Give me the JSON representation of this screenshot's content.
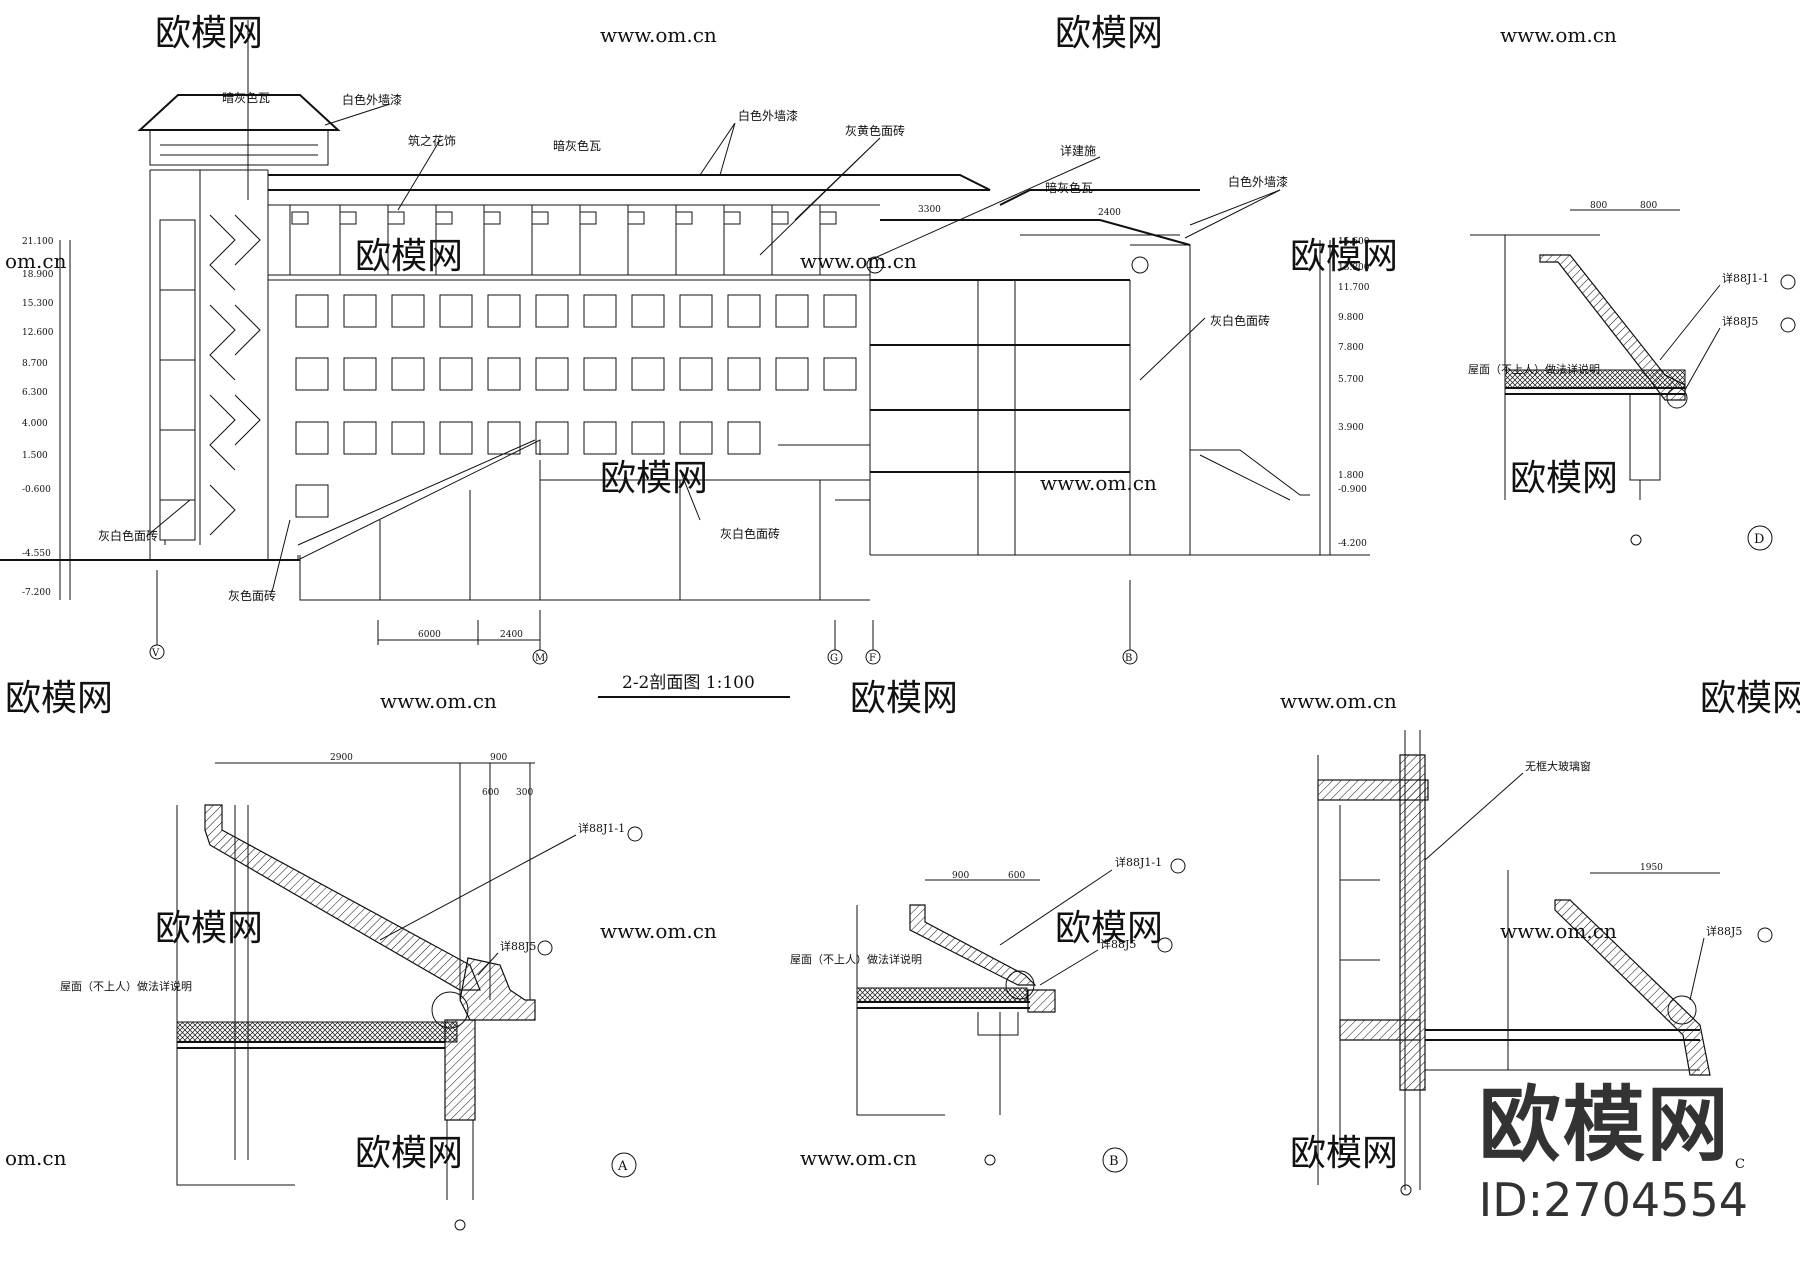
{
  "drawing": {
    "main_section": {
      "title": "2-2剖面图 1:100",
      "axes": [
        "V",
        "M",
        "G",
        "F",
        "B"
      ],
      "labels": {
        "dark_tile": "暗灰色瓦",
        "white_paint_1": "白色外墙漆",
        "white_paint_2": "白色外墙漆",
        "white_paint_3": "白色外墙漆",
        "lattice": "筑之花饰",
        "dark_tile_2": "暗灰色瓦",
        "dark_tile_3": "暗灰色瓦",
        "yellow_brick": "灰黄色面砖",
        "detail_ref": "详建施",
        "grey_white_brick_1": "灰白色面砖",
        "grey_white_brick_2": "灰白色面砖",
        "grey_white_brick_3": "灰白色面砖",
        "grey_brick": "灰色面砖"
      },
      "elevations_left": [
        "21.100",
        "18.900",
        "15.300",
        "12.600",
        "8.700",
        "6.300",
        "4.000",
        "1.500",
        "-0.600",
        "-4.550",
        "-7.200"
      ],
      "elevations_right": [
        "15.600",
        "13.800",
        "11.700",
        "9.800",
        "7.800",
        "5.700",
        "3.900",
        "1.800",
        "-0.900",
        "-4.200"
      ],
      "dims": [
        "6000",
        "2400",
        "3300",
        "2400"
      ]
    },
    "detail_a": {
      "tag": "A",
      "roof_note": "屋面（不上人）做法详说明",
      "ref1": "详88J1-1",
      "ref2": "详88J5",
      "dims": [
        "2900",
        "900",
        "600",
        "300"
      ]
    },
    "detail_b": {
      "tag": "B",
      "roof_note": "屋面（不上人）做法详说明",
      "ref1": "详88J1-1",
      "ref2": "详88J5",
      "dims": [
        "900",
        "600"
      ]
    },
    "detail_c": {
      "tag": "C",
      "window_note": "无框大玻璃窗",
      "ref": "详88J5",
      "dims": [
        "1950"
      ]
    },
    "detail_d": {
      "tag": "D",
      "roof_note": "屋面（不上人）做法详说明",
      "ref1": "详88J1-1",
      "ref2": "详88J5",
      "dims": [
        "800",
        "800"
      ]
    }
  },
  "watermark": {
    "brand": "欧模网",
    "url": "www.om.cn",
    "url_short": "om.cn"
  },
  "brand_block": {
    "name": "欧模网",
    "id": "ID:2704554"
  }
}
